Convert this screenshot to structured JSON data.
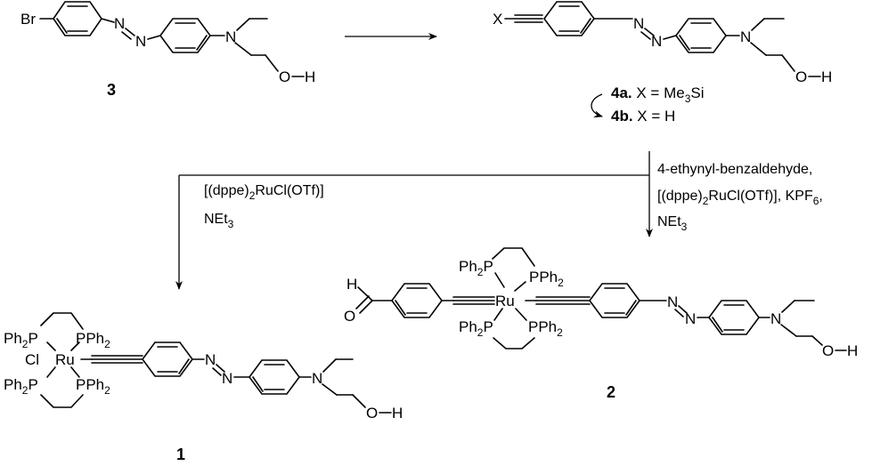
{
  "compounds": {
    "c3": {
      "number": "3",
      "br": "Br",
      "n1": "N",
      "n2": "N",
      "namine": "N",
      "o": "O",
      "h": "H"
    },
    "c4": {
      "x": "X",
      "n1": "N",
      "n2": "N",
      "namine": "N",
      "o": "O",
      "h": "H",
      "label_a_bold": "4a.",
      "label_a_rest": " X = Me",
      "label_a_sub": "3",
      "label_a_end": "Si",
      "label_b_bold": "4b.",
      "label_b_rest": " X = H"
    },
    "c1": {
      "number": "1",
      "ph2p_tl": "Ph",
      "ph2p_tl_sub": "2",
      "ph2p_tl_p": "P",
      "pph2_tr": "PPh",
      "pph2_tr_sub": "2",
      "ph2p_bl": "Ph",
      "ph2p_bl_sub": "2",
      "ph2p_bl_p": "P",
      "pph2_br": "PPh",
      "pph2_br_sub": "2",
      "cl": "Cl",
      "ru": "Ru",
      "n1": "N",
      "n2": "N",
      "namine": "N",
      "o": "O",
      "h": "H"
    },
    "c2": {
      "number": "2",
      "h_ald": "H",
      "o_ald": "O",
      "ph2p_tl": "Ph",
      "ph2p_tl_sub": "2",
      "ph2p_tl_p": "P",
      "pph2_tr": "PPh",
      "pph2_tr_sub": "2",
      "ph2p_bl": "Ph",
      "ph2p_bl_sub": "2",
      "ph2p_bl_p": "P",
      "pph2_br": "PPh",
      "pph2_br_sub": "2",
      "ru": "Ru",
      "n1": "N",
      "n2": "N",
      "namine": "N",
      "o": "O",
      "h": "H"
    }
  },
  "reagents": {
    "left": {
      "line1": "[(dppe)",
      "line1_sub": "2",
      "line1_end": "RuCl(OTf)]",
      "line2": "NEt",
      "line2_sub": "3"
    },
    "right": {
      "line1": "4-ethynyl-benzaldehyde,",
      "line2": "[(dppe)",
      "line2_sub": "2",
      "line2_mid": "RuCl(OTf)], KPF",
      "line2_sub2": "6",
      "line2_end": ",",
      "line3": "NEt",
      "line3_sub": "3"
    }
  }
}
